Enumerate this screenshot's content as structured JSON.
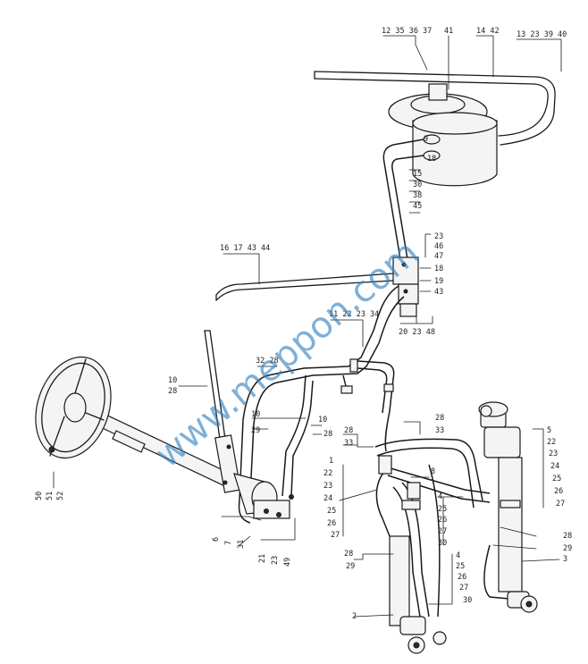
{
  "callouts": [
    {
      "id": "c-12-35-36-37",
      "text": "12 35 36 37"
    },
    {
      "id": "c-41",
      "text": "41"
    },
    {
      "id": "c-14-42",
      "text": "14 42"
    },
    {
      "id": "c-13-23-39-40",
      "text": "13 23 39 40"
    },
    {
      "id": "c-9",
      "text": "9"
    },
    {
      "id": "c-18",
      "text": "18"
    },
    {
      "id": "c-15",
      "text": "15"
    },
    {
      "id": "c-30a",
      "text": "30"
    },
    {
      "id": "c-38",
      "text": "38"
    },
    {
      "id": "c-45",
      "text": "45"
    },
    {
      "id": "c-23a",
      "text": "23"
    },
    {
      "id": "c-46",
      "text": "46"
    },
    {
      "id": "c-47",
      "text": "47"
    },
    {
      "id": "c-18b",
      "text": "18"
    },
    {
      "id": "c-19",
      "text": "19"
    },
    {
      "id": "c-43",
      "text": "43"
    },
    {
      "id": "c-16-17-43-44",
      "text": "16 17 43 44"
    },
    {
      "id": "c-20-23-48",
      "text": "20 23 48"
    },
    {
      "id": "c-11-22-23-34",
      "text": "11 22 23 34"
    },
    {
      "id": "c-32-28",
      "text": "32 28"
    },
    {
      "id": "c-10a",
      "text": "10"
    },
    {
      "id": "c-28a",
      "text": "28"
    },
    {
      "id": "c-10b",
      "text": "10"
    },
    {
      "id": "c-29a",
      "text": "29"
    },
    {
      "id": "c-10c",
      "text": "10"
    },
    {
      "id": "c-28b",
      "text": "28"
    },
    {
      "id": "c-28c",
      "text": "28"
    },
    {
      "id": "c-33a",
      "text": "33"
    },
    {
      "id": "c-28d",
      "text": "28"
    },
    {
      "id": "c-33b",
      "text": "33"
    },
    {
      "id": "c-8",
      "text": "8"
    },
    {
      "id": "c-1",
      "text": "1"
    },
    {
      "id": "c-22a",
      "text": "22"
    },
    {
      "id": "c-23b",
      "text": "23"
    },
    {
      "id": "c-24a",
      "text": "24"
    },
    {
      "id": "c-25a",
      "text": "25"
    },
    {
      "id": "c-26a",
      "text": "26"
    },
    {
      "id": "c-27a",
      "text": "27"
    },
    {
      "id": "c-4a",
      "text": "4"
    },
    {
      "id": "c-25b",
      "text": "25"
    },
    {
      "id": "c-26b",
      "text": "26"
    },
    {
      "id": "c-27b",
      "text": "27"
    },
    {
      "id": "c-30b",
      "text": "30"
    },
    {
      "id": "c-5",
      "text": "5"
    },
    {
      "id": "c-22b",
      "text": "22"
    },
    {
      "id": "c-23c",
      "text": "23"
    },
    {
      "id": "c-24b",
      "text": "24"
    },
    {
      "id": "c-25c",
      "text": "25"
    },
    {
      "id": "c-26c",
      "text": "26"
    },
    {
      "id": "c-27c",
      "text": "27"
    },
    {
      "id": "c-28e",
      "text": "28"
    },
    {
      "id": "c-29b",
      "text": "29"
    },
    {
      "id": "c-3",
      "text": "3"
    },
    {
      "id": "c-28f",
      "text": "28"
    },
    {
      "id": "c-29c",
      "text": "29"
    },
    {
      "id": "c-4b",
      "text": "4"
    },
    {
      "id": "c-25d",
      "text": "25"
    },
    {
      "id": "c-26d",
      "text": "26"
    },
    {
      "id": "c-27d",
      "text": "27"
    },
    {
      "id": "c-30c",
      "text": "30"
    },
    {
      "id": "c-2",
      "text": "2"
    },
    {
      "id": "c-6",
      "text": "6"
    },
    {
      "id": "c-7",
      "text": "7"
    },
    {
      "id": "c-31",
      "text": "31"
    },
    {
      "id": "c-21",
      "text": "21"
    },
    {
      "id": "c-23d",
      "text": "23"
    },
    {
      "id": "c-49",
      "text": "49"
    },
    {
      "id": "c-50",
      "text": "50"
    },
    {
      "id": "c-51",
      "text": "51"
    },
    {
      "id": "c-52",
      "text": "52"
    }
  ],
  "watermark": "www.meppon.com"
}
